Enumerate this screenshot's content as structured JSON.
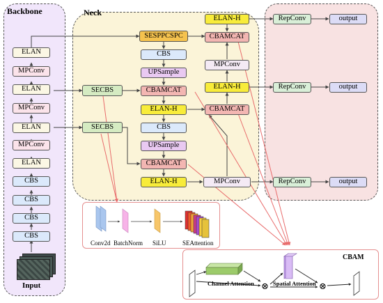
{
  "regions": {
    "backbone": "Backbone",
    "neck": "Neck",
    "head": ""
  },
  "backbone": {
    "input_label": "Input",
    "stack_top_to_bottom": [
      "ELAN",
      "MPConv",
      "ELAN",
      "MPConv",
      "ELAN",
      "MPConv",
      "ELAN",
      "CBS",
      "CBS",
      "CBS",
      "CBS"
    ]
  },
  "neck": {
    "secbs": [
      "SECBS",
      "SECBS"
    ],
    "center_column": [
      "SESPPCSPC",
      "CBS",
      "UPSample",
      "CBAMCAT",
      "ELAN-H",
      "CBS",
      "UPSample",
      "CBAMCAT",
      "ELAN-H"
    ],
    "right_column": [
      "ELAN-H",
      "CBAMCAT",
      "MPConv",
      "ELAN-H",
      "CBAMCAT",
      "MPConv"
    ]
  },
  "head": {
    "repconv": [
      "RepConv",
      "RepConv",
      "RepConv"
    ],
    "outputs": [
      "output",
      "output",
      "output"
    ]
  },
  "secbs_detail": {
    "labels": [
      "Conv2d",
      "BatchNorm",
      "SiLU",
      "SEAttention"
    ],
    "colors": {
      "conv2d": "#a9c6ee",
      "batchnorm": "#f7b3e8",
      "silu": "#f7c66a"
    },
    "se_stack_colors": [
      "#e03030",
      "#f05a2a",
      "#f3a23a",
      "#cc3a8a",
      "#a84ccf",
      "#f5cd3c",
      "#e6c23a"
    ]
  },
  "cbam": {
    "title": "CBAM",
    "channel_attention": "Channel Attention",
    "spatial_attention": "Spatial Attention",
    "multiply_symbol": "⊗"
  },
  "colors": {
    "backbone_bg": "#f1e6fb",
    "neck_bg": "#fbf4d8",
    "head_bg": "#f8e2e2",
    "highlight_arrow": "#e86b6b",
    "detail_border": "#e58f8f"
  }
}
